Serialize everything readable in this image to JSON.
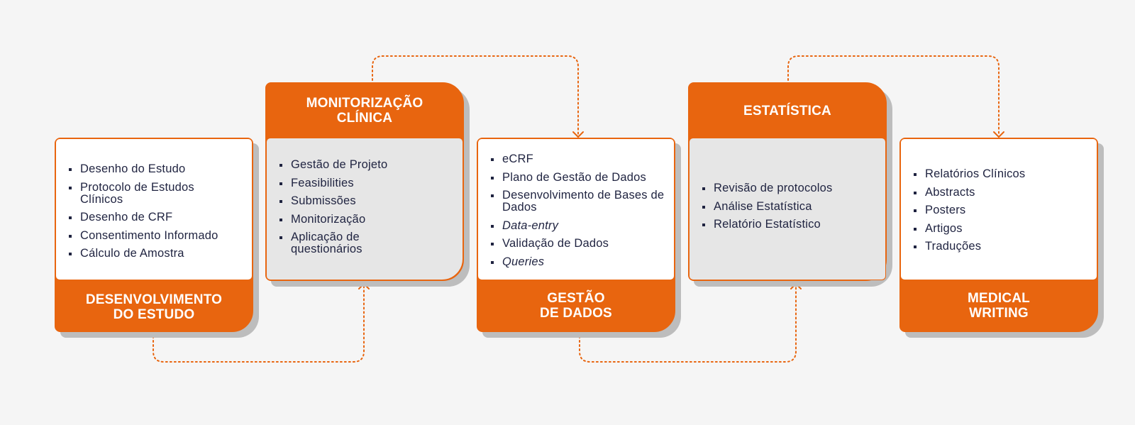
{
  "colors": {
    "accent": "#e8650f",
    "text": "#1f2340",
    "panel_grey": "#e6e6e6",
    "background": "#f5f5f5"
  },
  "cards": [
    {
      "title_lines": [
        "DESENVOLVIMENTO",
        "DO ESTUDO"
      ],
      "items": [
        "Desenho do Estudo",
        "Protocolo de Estudos Clínicos",
        "Desenho de CRF",
        "Consentimento Informado",
        "Cálculo de Amostra"
      ]
    },
    {
      "title_lines": [
        "MONITORIZAÇÃO",
        "CLÍNICA"
      ],
      "items": [
        "Gestão de Projeto",
        "Feasibilities",
        "Submissões",
        "Monitorização",
        "Aplicação de questionários"
      ]
    },
    {
      "title_lines": [
        "GESTÃO",
        "DE DADOS"
      ],
      "items": [
        "eCRF",
        "Plano de Gestão de Dados",
        "Desenvolvimento de Bases de Dados",
        "Data-entry",
        "Validação de Dados",
        "Queries"
      ]
    },
    {
      "title_lines": [
        "ESTATÍSTICA"
      ],
      "items": [
        "Revisão de protocolos",
        "Análise Estatística",
        "Relatório Estatístico"
      ]
    },
    {
      "title_lines": [
        "MEDICAL",
        "WRITING"
      ],
      "items": [
        "Relatórios Clínicos",
        "Abstracts",
        "Posters",
        "Artigos",
        "Traduções"
      ]
    }
  ]
}
